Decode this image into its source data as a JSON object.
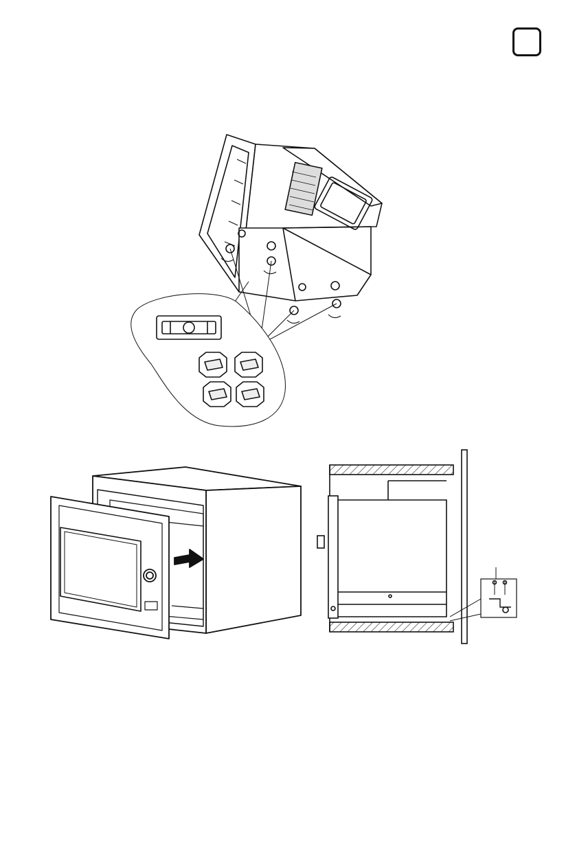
{
  "page": {
    "language_badge": ""
  },
  "figures": [
    {
      "id": "fig-feet",
      "icon": "oven-underside-feet-icon"
    },
    {
      "id": "fig-slide-in",
      "icon": "slide-into-cabinet-icon"
    },
    {
      "id": "fig-side-section",
      "icon": "side-section-bracket-icon"
    }
  ],
  "colors": {
    "ink": "#111111",
    "paper": "#ffffff",
    "hatch": "#333333"
  }
}
